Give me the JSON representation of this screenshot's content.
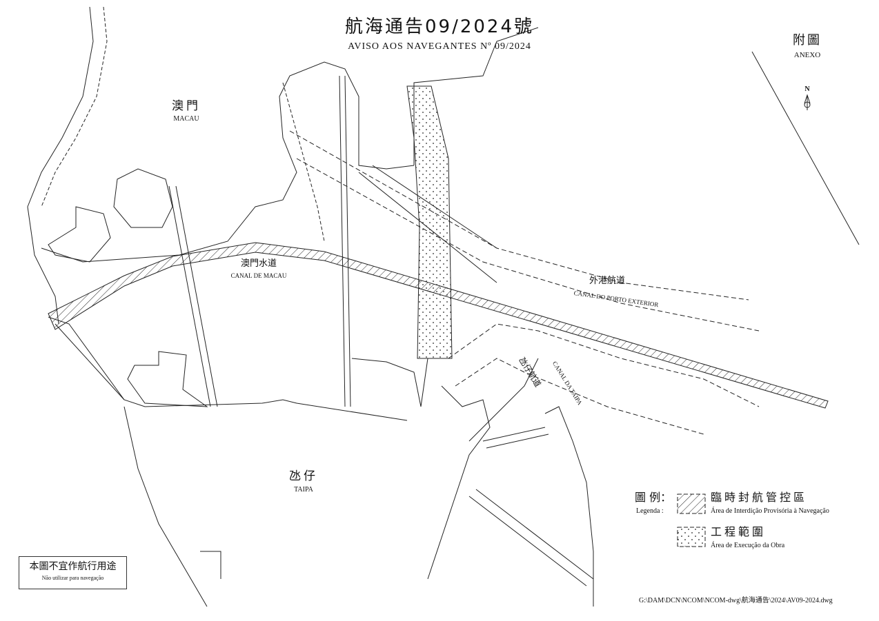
{
  "header": {
    "title": "航海通告09/2024號",
    "subtitle": "AVISO AOS NAVEGANTES Nº 09/2024",
    "annex_zh": "附圖",
    "annex_pt": "ANEXO",
    "north_label": "N"
  },
  "places": {
    "macau_zh": "澳門",
    "macau_pt": "MACAU",
    "taipa_zh": "氹仔",
    "taipa_pt": "TAIPA"
  },
  "channels": {
    "macau_zh": "澳門水道",
    "macau_pt": "CANAL DE MACAU",
    "outer_zh": "外港航道",
    "outer_pt": "CANAL DO PORTO EXTERIOR",
    "taipa_zh": "氹仔航道",
    "taipa_pt": "CANAL DA TAIPA"
  },
  "legend": {
    "label_zh": "圖 例：",
    "label_pt": "Legenda :",
    "items": [
      {
        "zh": "臨時封航管控區",
        "pt": "Área de Interdição Provisória à Navegação",
        "pattern": "hatch"
      },
      {
        "zh": "工程範圍",
        "pt": "Área de Execução da Obra",
        "pattern": "dots"
      }
    ]
  },
  "note": {
    "zh": "本圖不宜作航行用途",
    "pt": "Não utilizar para navegação"
  },
  "file_path": "G:\\DAM\\DCN\\NCOM\\NCOM-dwg\\航海通告\\2024\\AV09-2024.dwg"
}
